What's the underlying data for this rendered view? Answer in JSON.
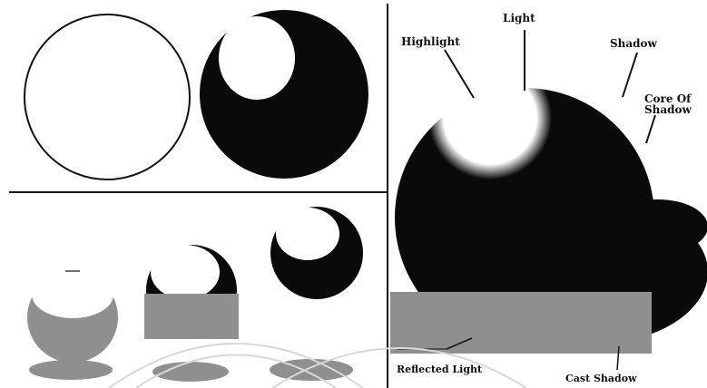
{
  "labels": {
    "light": "Light",
    "highlight": "Highlight",
    "shadow": "Shadow",
    "core_of_shadow_line1": "Core Of",
    "core_of_shadow_line2": "Shadow",
    "reflected_light": "Reflected Light",
    "cast_shadow": "Cast Shadow"
  },
  "colors": {
    "ink": "#0a0a0a",
    "paper": "#ffffff",
    "watermark_gray": "#8f8f8f",
    "watermark_light": "#d8d8d8"
  }
}
